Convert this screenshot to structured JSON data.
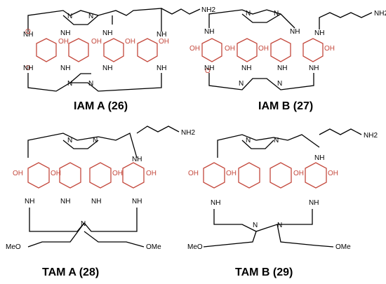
{
  "compounds": [
    {
      "id": "iam-a",
      "title": "IAM A (26)",
      "pendant": "NH2",
      "atoms": {
        "N": "N",
        "NH": "NH",
        "O": "O",
        "OH": "OH"
      }
    },
    {
      "id": "iam-b",
      "title": "IAM B (27)",
      "pendant": "NH2",
      "atoms": {
        "N": "N",
        "NH": "NH",
        "O": "O",
        "OH": "OH"
      }
    },
    {
      "id": "tam-a",
      "title": "TAM A (28)",
      "pendant": "NH2",
      "ether_end": "MeO",
      "ether_end2": "OMe",
      "atoms": {
        "N": "N",
        "NH": "NH",
        "O": "O",
        "OH": "OH"
      }
    },
    {
      "id": "tam-b",
      "title": "TAM B (29)",
      "pendant": "NH2",
      "ether_end": "MeO",
      "ether_end2": "OMe",
      "atoms": {
        "N": "N",
        "NH": "NH",
        "O": "O",
        "OH": "OH"
      }
    }
  ],
  "colors": {
    "bond": "#000000",
    "catechol": "#c4493d"
  }
}
